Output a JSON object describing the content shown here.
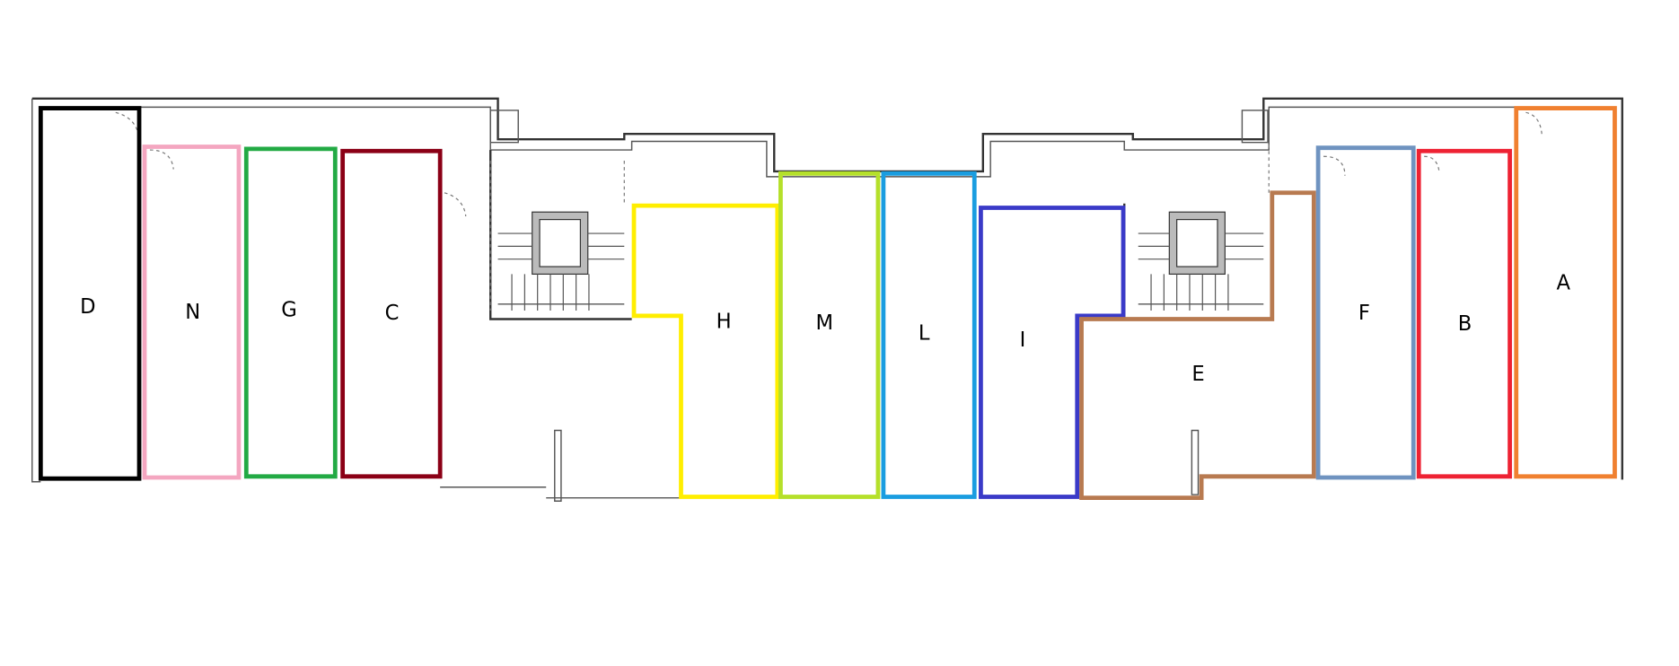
{
  "title": "Floor plan unit allocation",
  "units": [
    {
      "id": "D",
      "label": "D",
      "color": "#000000",
      "fill": "none"
    },
    {
      "id": "N",
      "label": "N",
      "color": "#f4a6c0",
      "fill": "none"
    },
    {
      "id": "G",
      "label": "G",
      "color": "#22aa44",
      "fill": "none"
    },
    {
      "id": "C",
      "label": "C",
      "color": "#8b0016",
      "fill": "none"
    },
    {
      "id": "H",
      "label": "H",
      "color": "#ffee00",
      "fill": "none"
    },
    {
      "id": "M",
      "label": "M",
      "color": "#b5e02a",
      "fill": "none"
    },
    {
      "id": "L",
      "label": "L",
      "color": "#1a9de0",
      "fill": "none"
    },
    {
      "id": "I",
      "label": "I",
      "color": "#3a3ac8",
      "fill": "none"
    },
    {
      "id": "E",
      "label": "E",
      "color": "#b87a50",
      "fill": "none"
    },
    {
      "id": "F",
      "label": "F",
      "color": "#6f93c0",
      "fill": "none"
    },
    {
      "id": "B",
      "label": "B",
      "color": "#ee2233",
      "fill": "#ffff44"
    },
    {
      "id": "A",
      "label": "A",
      "color": "#f08030",
      "fill": "none"
    }
  ]
}
